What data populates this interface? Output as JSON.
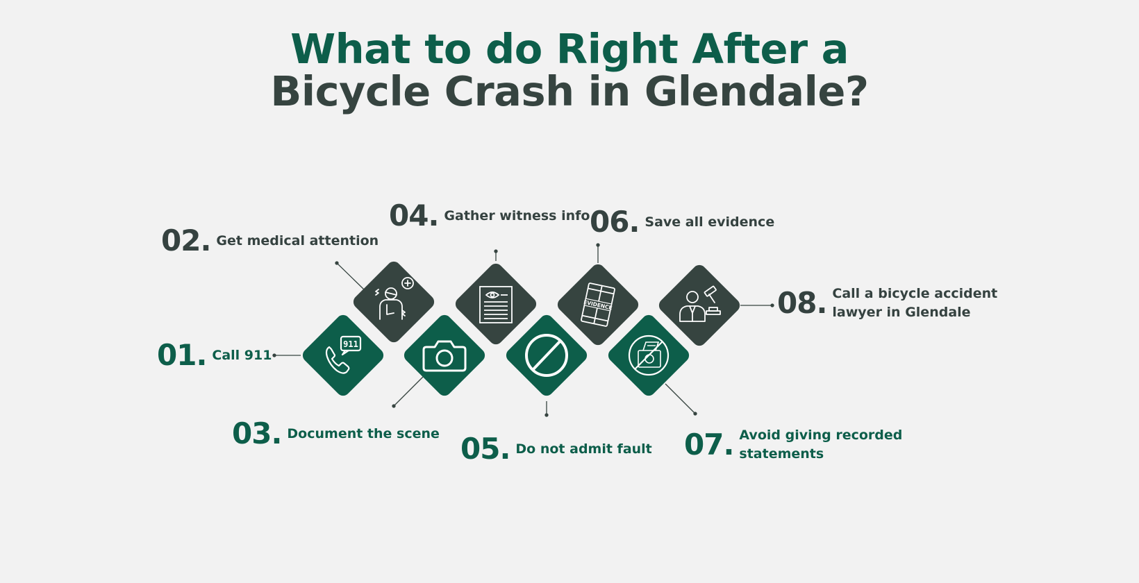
{
  "title": {
    "line1": "What to do Right After a",
    "line2": "Bicycle Crash in Glendale?"
  },
  "colors": {
    "green": "#0d5e4a",
    "dark": "#364440",
    "background": "#f2f2f2"
  },
  "steps": [
    {
      "number": "01.",
      "label": "Call 911",
      "color": "green",
      "icon": "phone-911-icon"
    },
    {
      "number": "02.",
      "label": "Get medical attention",
      "color": "dark",
      "icon": "injured-person-icon"
    },
    {
      "number": "03.",
      "label": "Document the scene",
      "color": "green",
      "icon": "camera-icon"
    },
    {
      "number": "04.",
      "label": "Gather witness info",
      "color": "dark",
      "icon": "witness-document-icon"
    },
    {
      "number": "05.",
      "label": "Do not admit fault",
      "color": "green",
      "icon": "prohibited-icon"
    },
    {
      "number": "06.",
      "label": "Save all evidence",
      "color": "dark",
      "icon": "evidence-bag-icon"
    },
    {
      "number": "07.",
      "label": "Avoid giving recorded statements",
      "label_line1": "Avoid giving recorded",
      "label_line2": "statements",
      "color": "green",
      "icon": "no-recording-icon"
    },
    {
      "number": "08.",
      "label": "Call a bicycle accident lawyer in Glendale",
      "label_line1": "Call a bicycle accident",
      "label_line2": "lawyer in Glendale",
      "color": "dark",
      "icon": "lawyer-gavel-icon"
    }
  ],
  "evidence_icon_text": "EVIDENCE"
}
